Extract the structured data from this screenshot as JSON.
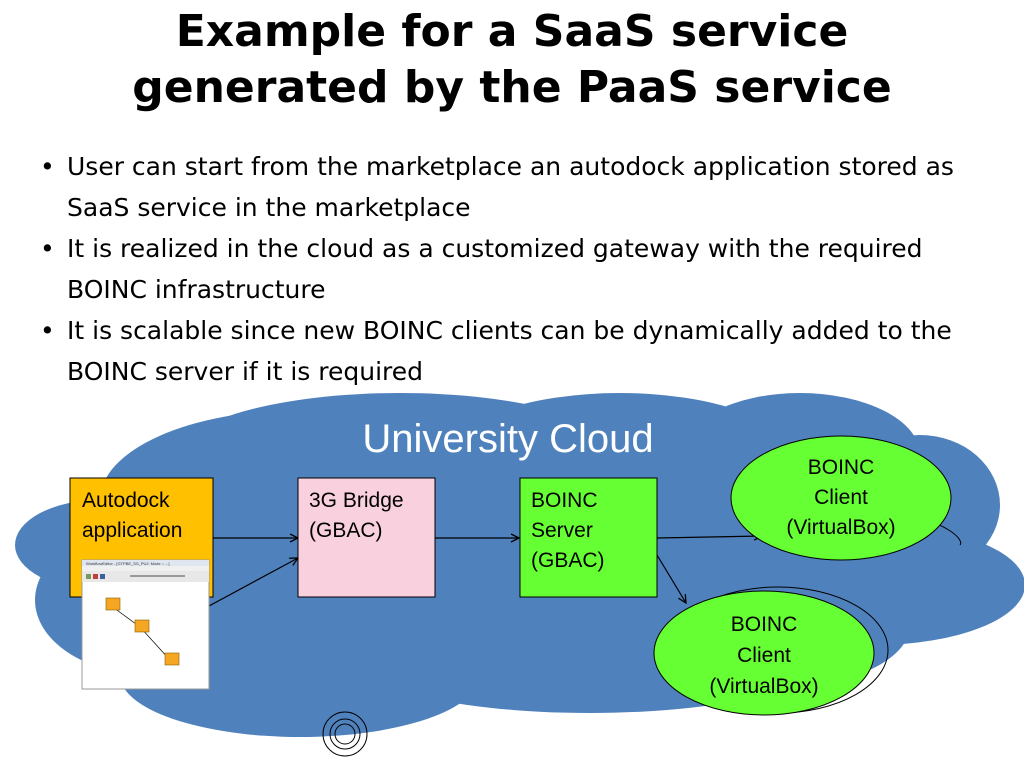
{
  "slide": {
    "title_line1": "Example for a SaaS service",
    "title_line2": "generated by the PaaS service",
    "bullets": [
      "User can start from the marketplace an autodock application stored as SaaS service in the marketplace",
      "It is realized in the cloud as a customized gateway with the required BOINC infrastructure",
      "It is scalable since new BOINC clients can be dynamically added to the BOINC server if it is required"
    ]
  },
  "diagram": {
    "cloud_label": "University Cloud",
    "autodock": {
      "line1": "Autodock",
      "line2": "application"
    },
    "bridge": {
      "line1": "3G Bridge",
      "line2": "(GBAC)"
    },
    "server": {
      "line1": "BOINC",
      "line2": "Server",
      "line3": "(GBAC)"
    },
    "client_top": {
      "line1": "BOINC",
      "line2": "Client",
      "line3": "(VirtualBox)"
    },
    "client_bottom": {
      "line1": "BOINC",
      "line2": "Client",
      "line3": "(VirtualBox)"
    },
    "thumbnail": {
      "window_title": "WorkflowEditor - [GTPBE_SS_PUJ: Mode :: ...]"
    },
    "colors": {
      "cloud": "#4f81bd",
      "autodock": "#ffc000",
      "bridge": "#f9d0dd",
      "green": "#66ff33"
    }
  }
}
